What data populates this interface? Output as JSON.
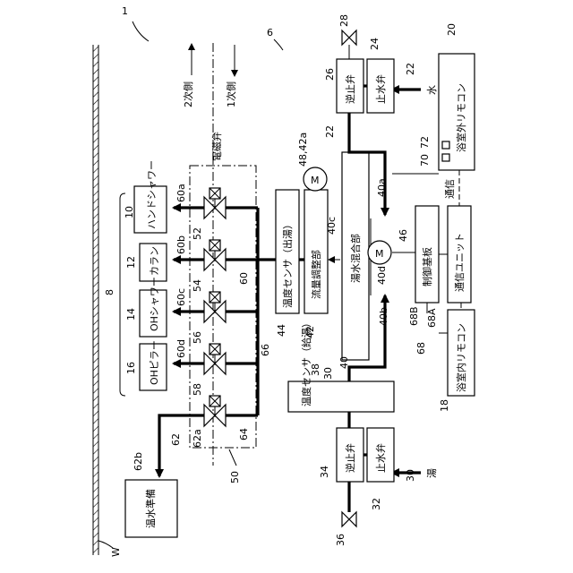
{
  "figure_ref": "1",
  "wall_label": "W",
  "side_labels": {
    "secondary": "2次側",
    "primary": "1次側"
  },
  "solenoid_label": "電磁弁",
  "numbers": {
    "n6": "6",
    "n8": "8",
    "n10": "10",
    "n12": "12",
    "n14": "14",
    "n16": "16",
    "n18": "18",
    "n20": "20",
    "n22a": "22",
    "n22b": "22",
    "n24": "24",
    "n26": "26",
    "n28": "28",
    "n30a": "30",
    "n30b": "30",
    "n32": "32",
    "n34": "34",
    "n36": "36",
    "n38": "38",
    "n40": "40",
    "n40a": "40a",
    "n40b": "40b",
    "n40c": "40c",
    "n40d": "40d",
    "n42": "42",
    "n44": "44",
    "n46": "46",
    "n4842": "48,42a",
    "n50": "50",
    "n52": "52",
    "n54": "54",
    "n56": "56",
    "n58": "58",
    "n60": "60",
    "n60a": "60a",
    "n60b": "60b",
    "n60c": "60c",
    "n60d": "60d",
    "n62": "62",
    "n62a": "62a",
    "n62b": "62b",
    "n64": "64",
    "n66": "66",
    "n68": "68",
    "n68a": "68A",
    "n68b": "68B",
    "n70": "70",
    "n72": "72"
  },
  "labels": {
    "hand_shower": "ハンドシャワー",
    "faucet": "カラン",
    "oh_shower": "OHシャワー",
    "oh_pillar": "OHピラー",
    "hot_water_prep": "温水準備",
    "temp_sensor_out": "温度センサ（出湯）",
    "flow_adjust": "流量調整部",
    "mixer": "湯水混合部",
    "control_board": "制御基板",
    "comm_unit": "通信ユニット",
    "remote_in": "浴室内リモコン",
    "remote_out": "浴室外リモコン",
    "comm": "通信",
    "temp_sensor_in": "温度センサ（給湯）",
    "check_valve_top": "逆止弁",
    "stop_valve_top": "止水弁",
    "check_valve_bottom": "逆止弁",
    "stop_valve_bottom": "止水弁",
    "water": "水",
    "hot_water": "湯",
    "motor_a": "M",
    "motor_b": "M"
  }
}
